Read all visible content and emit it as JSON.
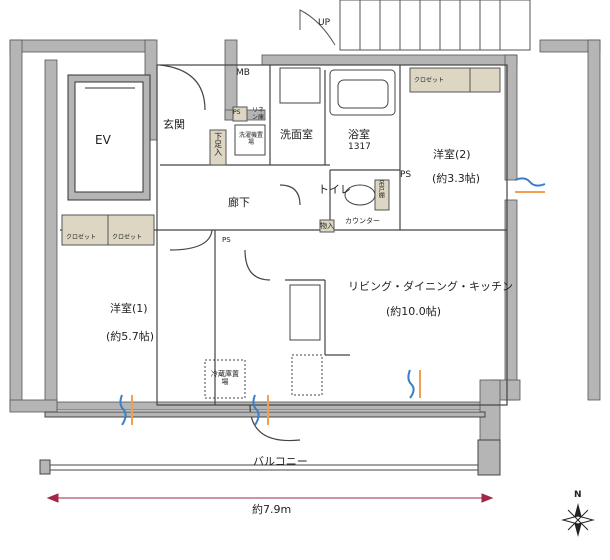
{
  "labels": {
    "up": "UP",
    "mb": "MB",
    "ev": "EV",
    "entrance": "玄関",
    "shoe_storage": "下足入",
    "ps": "PS",
    "linen": "リネン庫",
    "washer": "洗濯機置場",
    "washroom": "洗面室",
    "bath": "浴室",
    "bath_size": "1317",
    "closet": "クロゼット",
    "room2": "洋室(2)",
    "room2_size": "(約3.3帖)",
    "toilet": "トイレ",
    "hanging_cabinet": "吊戸棚",
    "counter": "カウンター",
    "storage": "物入",
    "hallway": "廊下",
    "room1": "洋室(1)",
    "room1_size": "(約5.7帖)",
    "ldk": "リビング・ダイニング・キッチン",
    "ldk_size": "(約10.0帖)",
    "fridge": "冷蔵庫置場",
    "balcony": "バルコニー",
    "width": "約7.9m",
    "north": "N"
  },
  "colors": {
    "wall": "#b5b5b5",
    "closet": "#ddd6c3",
    "accent_red": "#a0264a",
    "air_blue": "#3a7fc8",
    "air_orange": "#f0a050"
  }
}
